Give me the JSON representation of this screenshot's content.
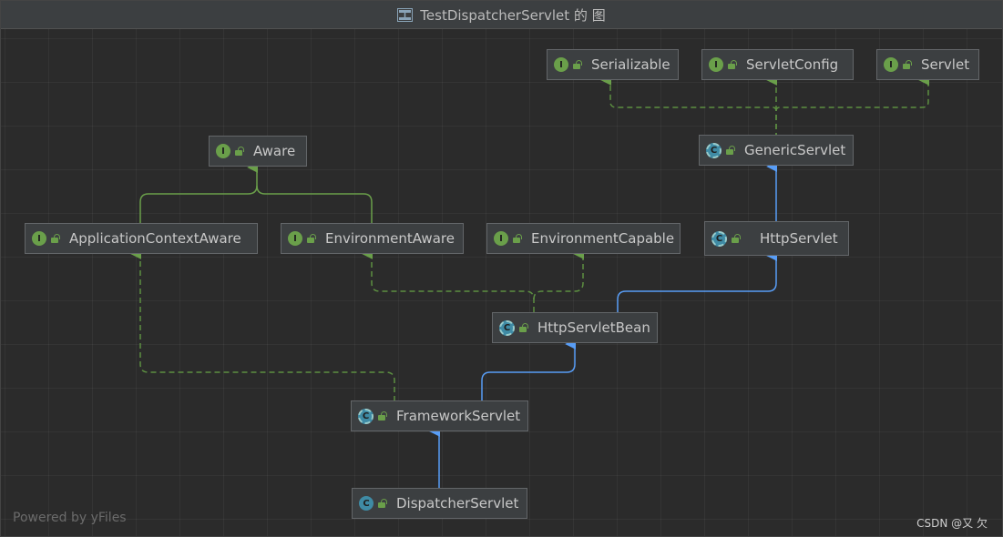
{
  "window": {
    "title": "TestDispatcherServlet 的 图",
    "title_icon": "diagram-icon"
  },
  "nodes": {
    "serializable": {
      "label": "Serializable",
      "kind": "interface"
    },
    "servletconfig": {
      "label": "ServletConfig",
      "kind": "interface"
    },
    "servlet": {
      "label": "Servlet",
      "kind": "interface"
    },
    "aware": {
      "label": "Aware",
      "kind": "interface"
    },
    "genericservlet": {
      "label": "GenericServlet",
      "kind": "abstract-class"
    },
    "applicationcontextaware": {
      "label": "ApplicationContextAware",
      "kind": "interface"
    },
    "environmentaware": {
      "label": "EnvironmentAware",
      "kind": "interface"
    },
    "environmentcapable": {
      "label": "EnvironmentCapable",
      "kind": "interface"
    },
    "httpservlet": {
      "label": "HttpServlet",
      "kind": "abstract-class"
    },
    "httpservletbean": {
      "label": "HttpServletBean",
      "kind": "abstract-class"
    },
    "frameworkservlet": {
      "label": "FrameworkServlet",
      "kind": "abstract-class"
    },
    "dispatcherservlet": {
      "label": "DispatcherServlet",
      "kind": "class"
    }
  },
  "badges": {
    "interface": "I",
    "abstract-class": "C",
    "class": "C"
  },
  "edges": [
    {
      "from": "genericservlet",
      "to": "serializable",
      "type": "implements"
    },
    {
      "from": "genericservlet",
      "to": "servletconfig",
      "type": "implements"
    },
    {
      "from": "genericservlet",
      "to": "servlet",
      "type": "implements"
    },
    {
      "from": "applicationcontextaware",
      "to": "aware",
      "type": "extends-interface"
    },
    {
      "from": "environmentaware",
      "to": "aware",
      "type": "extends-interface"
    },
    {
      "from": "httpservlet",
      "to": "genericservlet",
      "type": "extends"
    },
    {
      "from": "httpservletbean",
      "to": "httpservlet",
      "type": "extends"
    },
    {
      "from": "httpservletbean",
      "to": "environmentaware",
      "type": "implements"
    },
    {
      "from": "httpservletbean",
      "to": "environmentcapable",
      "type": "implements"
    },
    {
      "from": "frameworkservlet",
      "to": "httpservletbean",
      "type": "extends"
    },
    {
      "from": "frameworkservlet",
      "to": "applicationcontextaware",
      "type": "implements"
    },
    {
      "from": "dispatcherservlet",
      "to": "frameworkservlet",
      "type": "extends"
    }
  ],
  "colors": {
    "implements": "#5c8f41",
    "extends-interface": "#6a9f4a",
    "extends": "#4f8fe0",
    "canvas": "#2b2b2b",
    "node_bg": "#3c3f41"
  },
  "footer": {
    "powered_by": "Powered by yFiles",
    "watermark": "CSDN @又 欠"
  }
}
